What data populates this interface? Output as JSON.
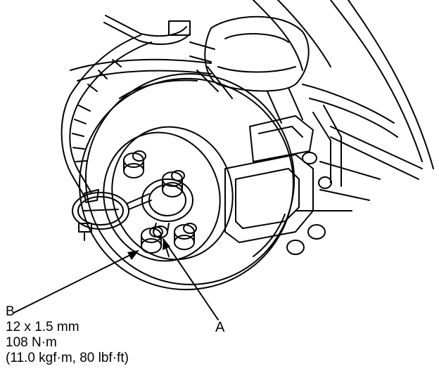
{
  "callouts": {
    "a": {
      "letter": "A"
    },
    "b": {
      "letter": "B",
      "thread": "12 x 1.5 mm",
      "torque_nm": "108 N·m",
      "torque_alt": "(11.0 kgf·m, 80 lbf·ft)"
    }
  },
  "colors": {
    "line": "#000000",
    "background": "#ffffff"
  }
}
